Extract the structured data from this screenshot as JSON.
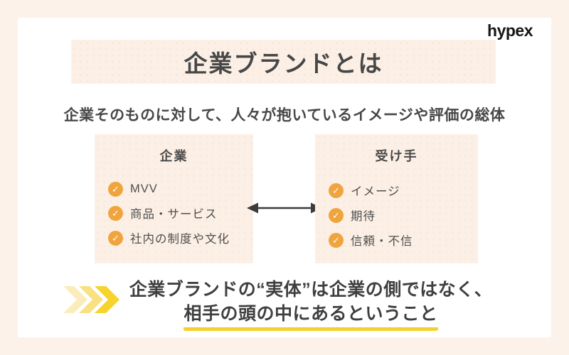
{
  "header": {
    "logo": "hypex",
    "title": "企業ブランドとは",
    "subtitle": "企業そのものに対して、人々が抱いているイメージや評価の総体"
  },
  "comparison": {
    "left": {
      "heading": "企業",
      "items": [
        "MVV",
        "商品・サービス",
        "社内の制度や文化"
      ]
    },
    "right": {
      "heading": "受け手",
      "items": [
        "イメージ",
        "期待",
        "信頼・不信"
      ]
    },
    "arrow": "double-headed-arrow"
  },
  "conclusion": {
    "line1": "企業ブランドの“実体”は企業の側ではなく、",
    "line2": "相手の頭の中にあるということ"
  },
  "icons": {
    "check": "✓"
  },
  "colors": {
    "background": "#fcf2e9",
    "card": "#ffffff",
    "panel": "#fcf0e6",
    "accent_orange": "#f0a43d",
    "accent_yellow": "#f7d32b",
    "underline_yellow": "#f5cf2b",
    "text_dark": "#3f3f3f",
    "arrow": "#3c3c3c"
  }
}
